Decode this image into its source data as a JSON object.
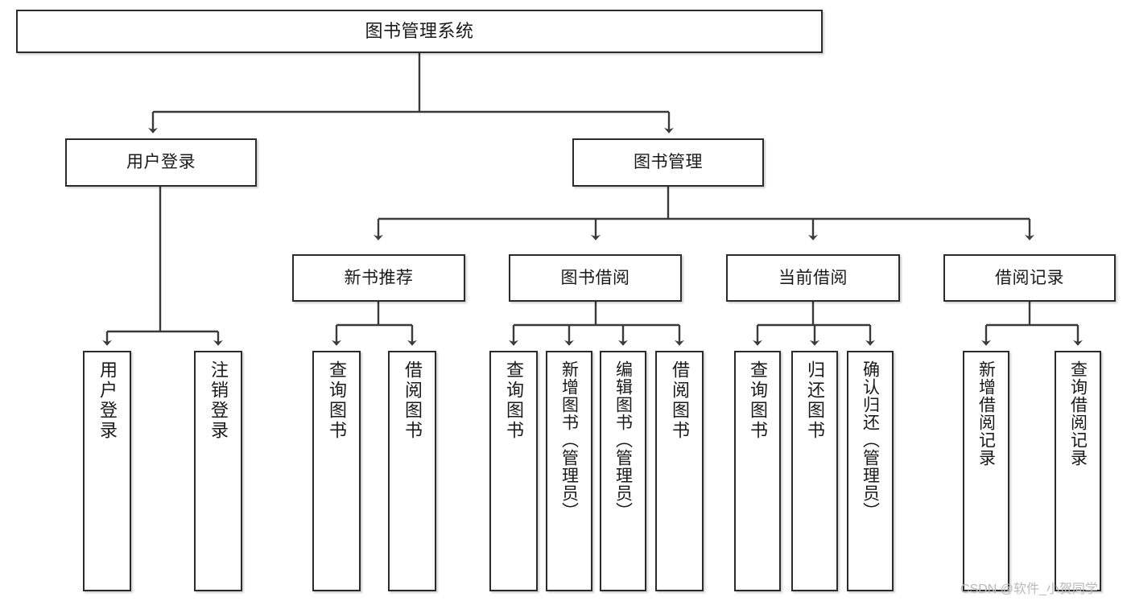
{
  "diagram": {
    "title": "图书管理系统",
    "type": "tree",
    "watermark": "CSDN @软件_小贺同学",
    "colors": {
      "box_border": "#2b2b2b",
      "box_fill": "#ffffff",
      "connector": "#3a3a3a",
      "watermark": "#b9b9b9",
      "background": "#ffffff"
    },
    "nodes": {
      "root": {
        "label": "图书管理系统"
      },
      "level2": [
        {
          "id": "user-login",
          "label": "用户登录"
        },
        {
          "id": "book-management",
          "label": "图书管理"
        }
      ],
      "level3": [
        {
          "id": "new-book-recommend",
          "label": "新书推荐"
        },
        {
          "id": "book-borrow",
          "label": "图书借阅"
        },
        {
          "id": "current-borrow",
          "label": "当前借阅"
        },
        {
          "id": "borrow-record",
          "label": "借阅记录"
        }
      ],
      "leaves": [
        {
          "id": "leaf-user-login",
          "label": "用户登录",
          "parent": "user-login"
        },
        {
          "id": "leaf-logout-login",
          "label": "注销登录",
          "parent": "user-login"
        },
        {
          "id": "leaf-query-book-1",
          "label": "查询图书",
          "parent": "new-book-recommend"
        },
        {
          "id": "leaf-borrow-book-1",
          "label": "借阅图书",
          "parent": "new-book-recommend"
        },
        {
          "id": "leaf-query-book-2",
          "label": "查询图书",
          "parent": "book-borrow"
        },
        {
          "id": "leaf-add-book",
          "label": "新增图书（管理员）",
          "parent": "book-borrow"
        },
        {
          "id": "leaf-edit-book",
          "label": "编辑图书（管理员）",
          "parent": "book-borrow"
        },
        {
          "id": "leaf-borrow-book-2",
          "label": "借阅图书",
          "parent": "book-borrow"
        },
        {
          "id": "leaf-query-book-3",
          "label": "查询图书",
          "parent": "current-borrow"
        },
        {
          "id": "leaf-return-book",
          "label": "归还图书",
          "parent": "current-borrow"
        },
        {
          "id": "leaf-confirm-return",
          "label": "确认归还（管理员）",
          "parent": "current-borrow"
        },
        {
          "id": "leaf-add-borrow-record",
          "label": "新增借阅记录",
          "parent": "borrow-record"
        },
        {
          "id": "leaf-query-borrow-record",
          "label": "查询借阅记录",
          "parent": "borrow-record"
        }
      ]
    }
  }
}
